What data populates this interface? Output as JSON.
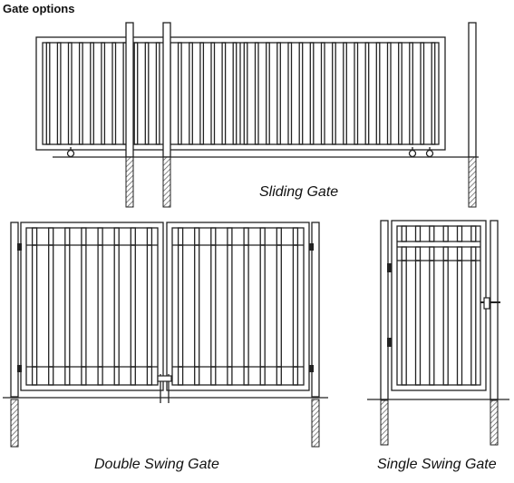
{
  "page": {
    "title": "Gate options"
  },
  "gates": {
    "sliding": {
      "label": "Sliding Gate"
    },
    "double_swing": {
      "label": "Double Swing Gate"
    },
    "single_swing": {
      "label": "Single Swing Gate"
    }
  },
  "style": {
    "line_color": "#222222",
    "background": "#ffffff"
  }
}
